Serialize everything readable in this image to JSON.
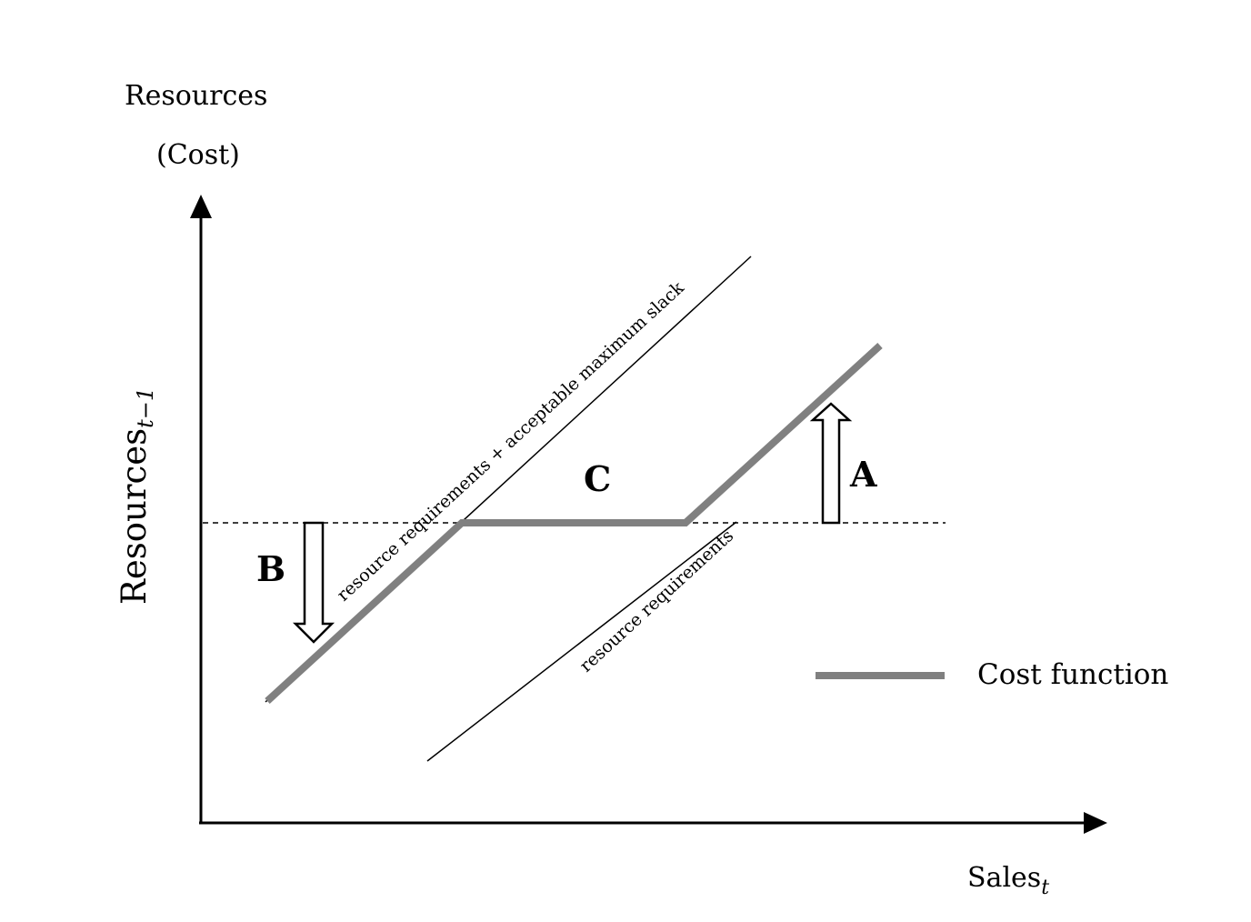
{
  "axes": {
    "y_title_line1": "Resources",
    "y_title_line2": "(Cost)",
    "y_level_label_main": "Resources",
    "y_level_label_sub": "t−1",
    "x_label_main": "Sales",
    "x_label_sub": "t"
  },
  "lines": {
    "upper_line_label": "resource requirements + acceptable maximum slack",
    "lower_line_label": "resource requirements"
  },
  "regions": {
    "a": "A",
    "b": "B",
    "c": "C"
  },
  "legend": {
    "label": "Cost function",
    "color": "#808080"
  },
  "colors": {
    "axis": "#000000",
    "cost_function": "#808080"
  }
}
